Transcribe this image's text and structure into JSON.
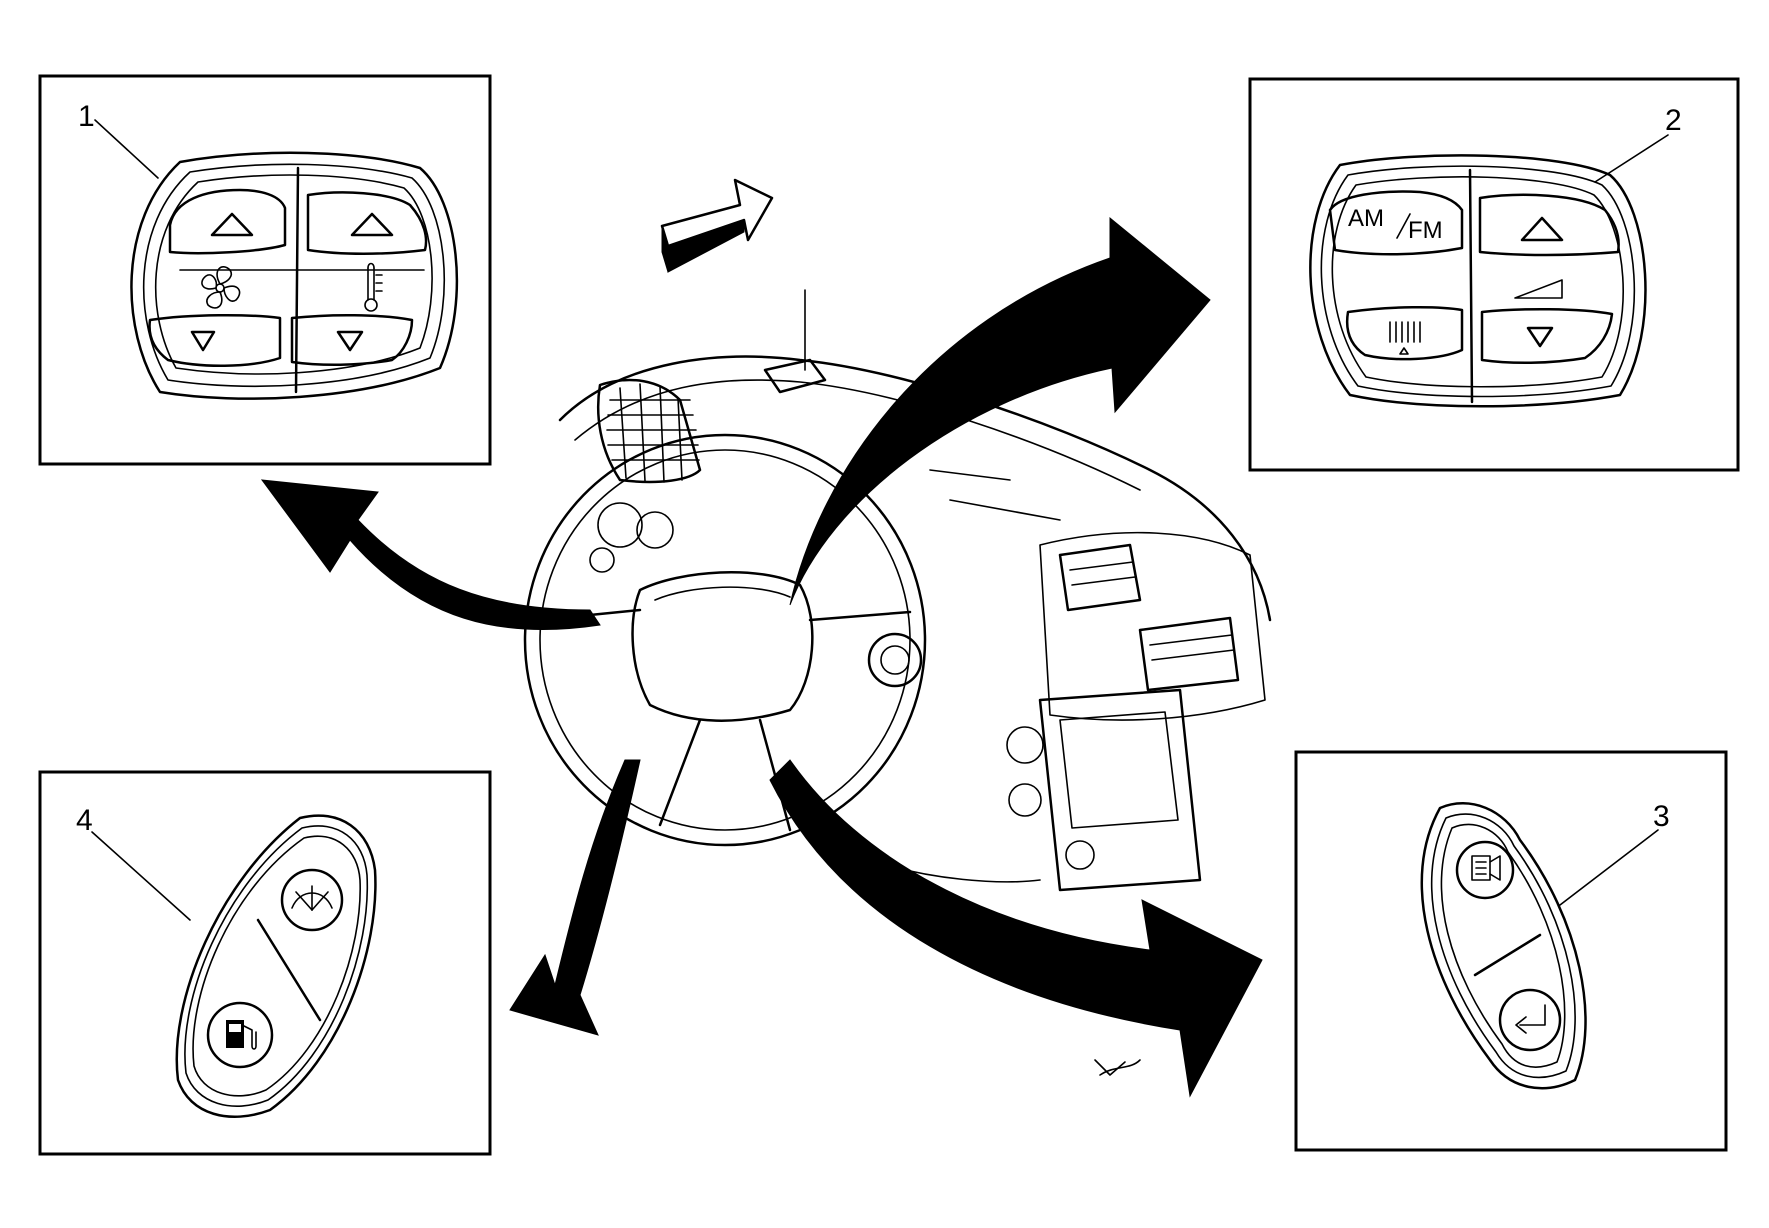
{
  "callouts": {
    "c1": "1",
    "c2": "2",
    "c3": "3",
    "c4": "4"
  },
  "switch2": {
    "source_label_top": "AM",
    "source_label_bottom": "FM"
  },
  "icons": {
    "c1": [
      "triangle-up-icon",
      "triangle-up-icon",
      "fan-icon",
      "thermometer-icon",
      "triangle-down-icon",
      "triangle-down-icon"
    ],
    "c2": [
      "triangle-up-icon",
      "volume-ramp-icon",
      "preset-bars-icon",
      "triangle-down-icon"
    ],
    "c3": [
      "info-page-icon",
      "enter-return-icon"
    ],
    "c4": [
      "wiper-icon",
      "fuel-pump-icon"
    ]
  },
  "colors": {
    "ink": "#000000",
    "paper": "#ffffff"
  }
}
